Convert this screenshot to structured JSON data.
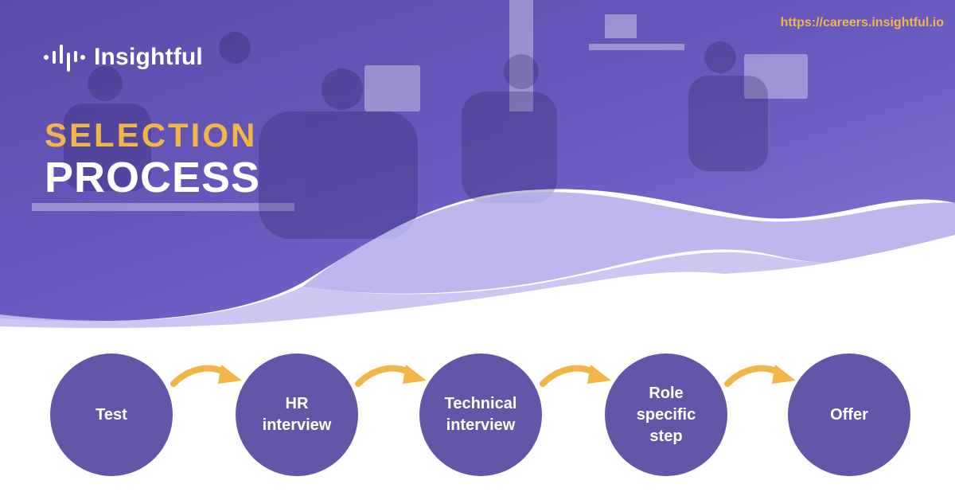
{
  "brand": {
    "name": "Insightful",
    "url": "https://careers.insightful.io",
    "logo_icon": "waveform-icon"
  },
  "title": {
    "line1": "SELECTION",
    "line2": "PROCESS"
  },
  "steps": [
    {
      "label": "Test"
    },
    {
      "label": "HR\ninterview"
    },
    {
      "label": "Technical\ninterview"
    },
    {
      "label": "Role\nspecific\nstep"
    },
    {
      "label": "Offer"
    }
  ],
  "colors": {
    "purple": "#6555a8",
    "gold": "#f2b548",
    "hero_overlay": "#5a4bb0"
  }
}
